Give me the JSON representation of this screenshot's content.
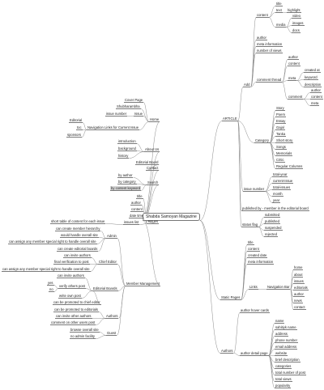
{
  "root": {
    "label": "Shabda Samoyan Magazine"
  },
  "article": {
    "label": "ARTICLE",
    "add": {
      "label": "Add",
      "content": {
        "label": "content",
        "title": "title",
        "text": "text",
        "highlight": "highlight",
        "media": "media",
        "video": "video",
        "images": "images",
        "docs": "docs"
      },
      "author": "author",
      "meta_information": "meta information",
      "number_of_views": "number of views",
      "comment_thread": {
        "label": "comment thread",
        "author": "author",
        "content": "content",
        "meta": "meta",
        "created_at": "created at",
        "keyword": "keyword",
        "description": "description",
        "comment": "comment",
        "c_author": "author",
        "c_content": "content",
        "c_meta": "meta"
      }
    },
    "category": {
      "label": "Category",
      "items": [
        "Story",
        "Poem",
        "Essay",
        "Gajal",
        "Tanka",
        "Short story",
        "Songs",
        "Memorials",
        "Critic",
        "Regular Columns"
      ]
    },
    "issue_number": {
      "label": "issue number",
      "items": [
        "total-year",
        "current-issue",
        "total-issues",
        "month",
        "year"
      ]
    },
    "published_by": "published by - member in the editorial board",
    "status_flag": {
      "label": "status flag",
      "items": [
        "submitted",
        "published",
        "suspended",
        "rejected"
      ]
    }
  },
  "static_pages": {
    "label": "Static Pages",
    "items": [
      "title",
      "content",
      "created date",
      "meta information"
    ],
    "links": "Links",
    "navigation_bar": {
      "label": "Navigation Bar",
      "items": [
        "home",
        "about",
        "issues",
        "editorials",
        "author",
        "news",
        "contact"
      ]
    }
  },
  "authors": {
    "label": "Authors",
    "hover_cards": "author hover cards",
    "detail_page": {
      "label": "author detail page",
      "items": [
        "name",
        "sahitiyk name",
        "address",
        "phone number",
        "email address",
        "website",
        "brief description",
        "categories",
        "total number of post",
        "total views",
        "popularity"
      ]
    }
  },
  "home": {
    "label": "Home",
    "cover_page": "Cover Page",
    "shubhaarambha": "Shubharambha",
    "issue": "Issue",
    "issue_number": "issue number",
    "navigation_links": "Navigation Links for Current Issue",
    "editorial": "Editorial",
    "toc": "toc",
    "sponsors": "sponsors"
  },
  "about_us": {
    "label": "About Us",
    "items": [
      "introduction",
      "background",
      "history"
    ]
  },
  "contact": {
    "label": "Contact",
    "editorial_board": "Editorial Board"
  },
  "search": {
    "label": "Search",
    "items": [
      "by author",
      "by category",
      "by content keyword"
    ]
  },
  "issues": {
    "label": "Issues",
    "title": "title",
    "author": "author",
    "content": "content",
    "date_time": "date time",
    "issues_list": "issues list",
    "short_toc": "short table of content for each issue"
  },
  "member_management": {
    "label": "Member Management",
    "admin": {
      "label": "Admin",
      "items": [
        "can create member hierarchy",
        "would handle overall site",
        "can assign any member special right to handle overall site",
        "can create editorial boards"
      ]
    },
    "chief_editor": {
      "label": "Chief Editor",
      "items": [
        "can invite authors",
        "final verification to post",
        "can assign any member special right to handle overall site"
      ]
    },
    "editorial_boards": {
      "label": "Editorial Boards",
      "can_invite_authors": "can invite authors",
      "yes": "yes",
      "no": "no",
      "verify_others_post": "verify others post",
      "write_own_post": "write own post",
      "promoted_chief": "can be promoted to chief editor"
    },
    "authors": {
      "label": "Authors",
      "items": [
        "can be promoted to editorials",
        "can invite other authors",
        "comment on other users post"
      ]
    },
    "guest": {
      "label": "Guest",
      "items": [
        "browse overall site",
        "no admin facility"
      ]
    }
  }
}
